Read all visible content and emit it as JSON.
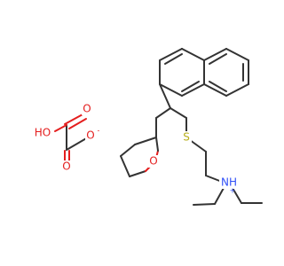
{
  "colors": {
    "carbon_bond": "#333333",
    "oxygen": "#e41e1e",
    "sulfur": "#b7ae1a",
    "nitrogen": "#3050f8",
    "background": "#ffffff"
  },
  "atoms": {
    "oxalate_oh": "HO",
    "oxalate_o_top": "O",
    "oxalate_o_bottom": "O",
    "oxalate_o_minus": "O",
    "oxalate_minus_charge": "-",
    "thf_oxygen": "O",
    "sulfur": "S",
    "ammonium_nh": "NH",
    "ammonium_charge": "+"
  }
}
